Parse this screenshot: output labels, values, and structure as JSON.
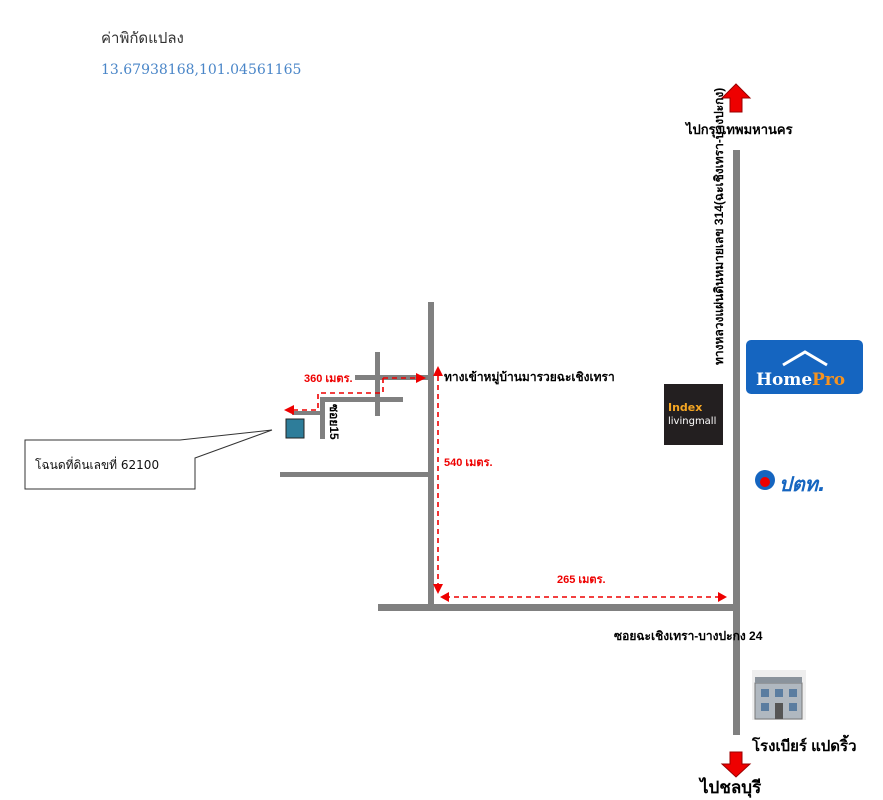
{
  "header": {
    "label": "ค่าพิกัดแปลง",
    "coordinates": "13.67938168,101.04561165"
  },
  "map": {
    "to_bangkok": "ไปกรุงเทพมหานคร",
    "to_chonburi": "ไปชลบุรี",
    "highway": "ทางหลวงแผ่นดินหมายเลข 314(ฉะเชิงเทรา-บางปะกง)",
    "village_entrance": "ทางเข้าหมู่บ้านมารวยฉะเชิงเทรา",
    "soi15": "ซอย15",
    "soi24": "ซอยฉะเชิงเทรา-บางปะกง 24",
    "dist_360": "360 เมตร.",
    "dist_540": "540 เมตร.",
    "dist_265": "265 เมตร.",
    "deed": "โฉนดที่ดินเลขที่ 62100",
    "brewery": "โรงเบียร์ แปดริ้ว",
    "homepro": {
      "a": "Home",
      "b": "Pro"
    },
    "index": {
      "a": "Index",
      "b": "livingmall"
    },
    "ptt": "ปตท."
  },
  "colors": {
    "road": "#808080",
    "route": "#ee0000",
    "parcel": "#2e7d9a",
    "homepro": "#1565c0"
  }
}
